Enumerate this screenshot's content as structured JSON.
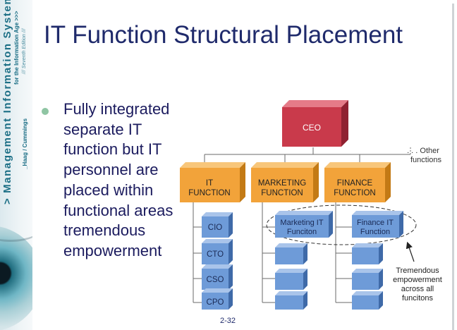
{
  "sidebar": {
    "brand_title": "> Management Information Systems",
    "brand_subtitle": "for the Information Age >>>",
    "brand_edition": "/// Seventh Edition ///",
    "brand_authors": "_Haag / Cummings"
  },
  "slide": {
    "title": "IT Function Structural Placement",
    "bullet_text": "Fully integrated\nseparate IT\nfunction but IT\npersonnel are\nplaced within\nfunctional areas\ntremendous\nempowerment",
    "page_number": "2-32"
  },
  "figure": {
    "ceo": "CEO",
    "other_functions_line1": ". . . Other",
    "other_functions_line2": "functions",
    "it_function_line1": "IT",
    "it_function_line2": "FUNCTION",
    "marketing_line1": "MARKETING",
    "marketing_line2": "FUNCTION",
    "finance_line1": "FINANCE",
    "finance_line2": "FUNCTION",
    "cio": "CIO",
    "cto": "CTO",
    "cso": "CSO",
    "cpo": "CPO",
    "marketing_it_line1": "Marketing IT",
    "marketing_it_line2": "Funciton",
    "finance_it_line1": "Finance IT",
    "finance_it_line2": "Function",
    "note_line1": "Tremendous",
    "note_line2": "empowerment",
    "note_line3": "across all",
    "note_line4": "funcitons",
    "colors": {
      "ceo_front": "#c93a4b",
      "function_front": "#f2a33a",
      "blue_box_front": "#6e9bd8"
    }
  }
}
